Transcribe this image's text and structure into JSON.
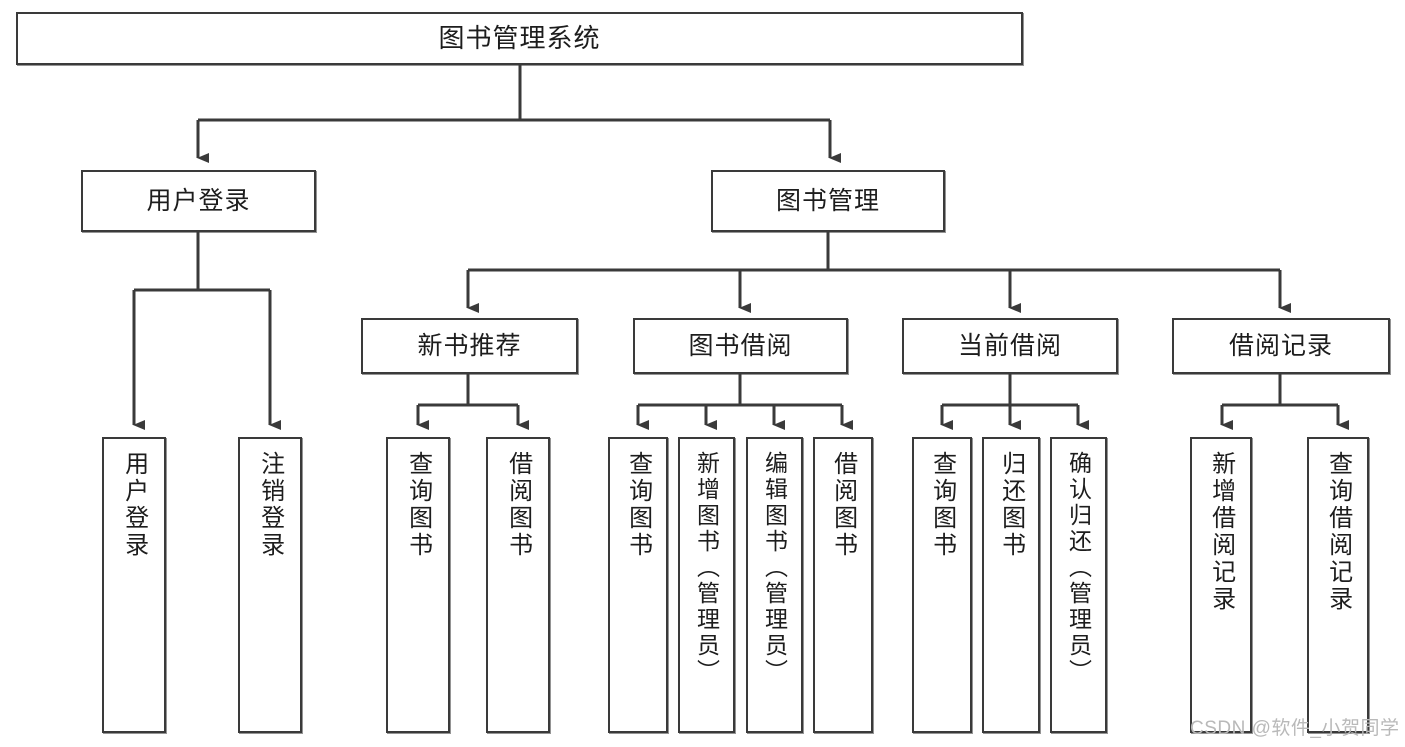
{
  "diagram": {
    "title": "图书管理系统",
    "type": "tree-hierarchy",
    "root": {
      "label": "图书管理系统"
    },
    "level2": [
      {
        "label": "用户登录"
      },
      {
        "label": "图书管理"
      }
    ],
    "level3": [
      {
        "label": "新书推荐"
      },
      {
        "label": "图书借阅"
      },
      {
        "label": "当前借阅"
      },
      {
        "label": "借阅记录"
      }
    ],
    "leaves": {
      "user_login": [
        {
          "label": "用户登录"
        },
        {
          "label": "注销登录"
        }
      ],
      "new_book_recommend": [
        {
          "label": "查询图书"
        },
        {
          "label": "借阅图书"
        }
      ],
      "book_borrow": [
        {
          "label": "查询图书"
        },
        {
          "label": "新增图书（管理员）"
        },
        {
          "label": "编辑图书（管理员）"
        },
        {
          "label": "借阅图书"
        }
      ],
      "current_borrow": [
        {
          "label": "查询图书"
        },
        {
          "label": "归还图书"
        },
        {
          "label": "确认归还（管理员）"
        }
      ],
      "borrow_record": [
        {
          "label": "新增借阅记录"
        },
        {
          "label": "查询借阅记录"
        }
      ]
    }
  },
  "watermark": {
    "text": "CSDN @软件_小贺同学"
  },
  "colors": {
    "border": "#3a3a3a",
    "text": "#1d1d1d",
    "background": "#ffffff",
    "watermark": "#b9b9b9"
  }
}
